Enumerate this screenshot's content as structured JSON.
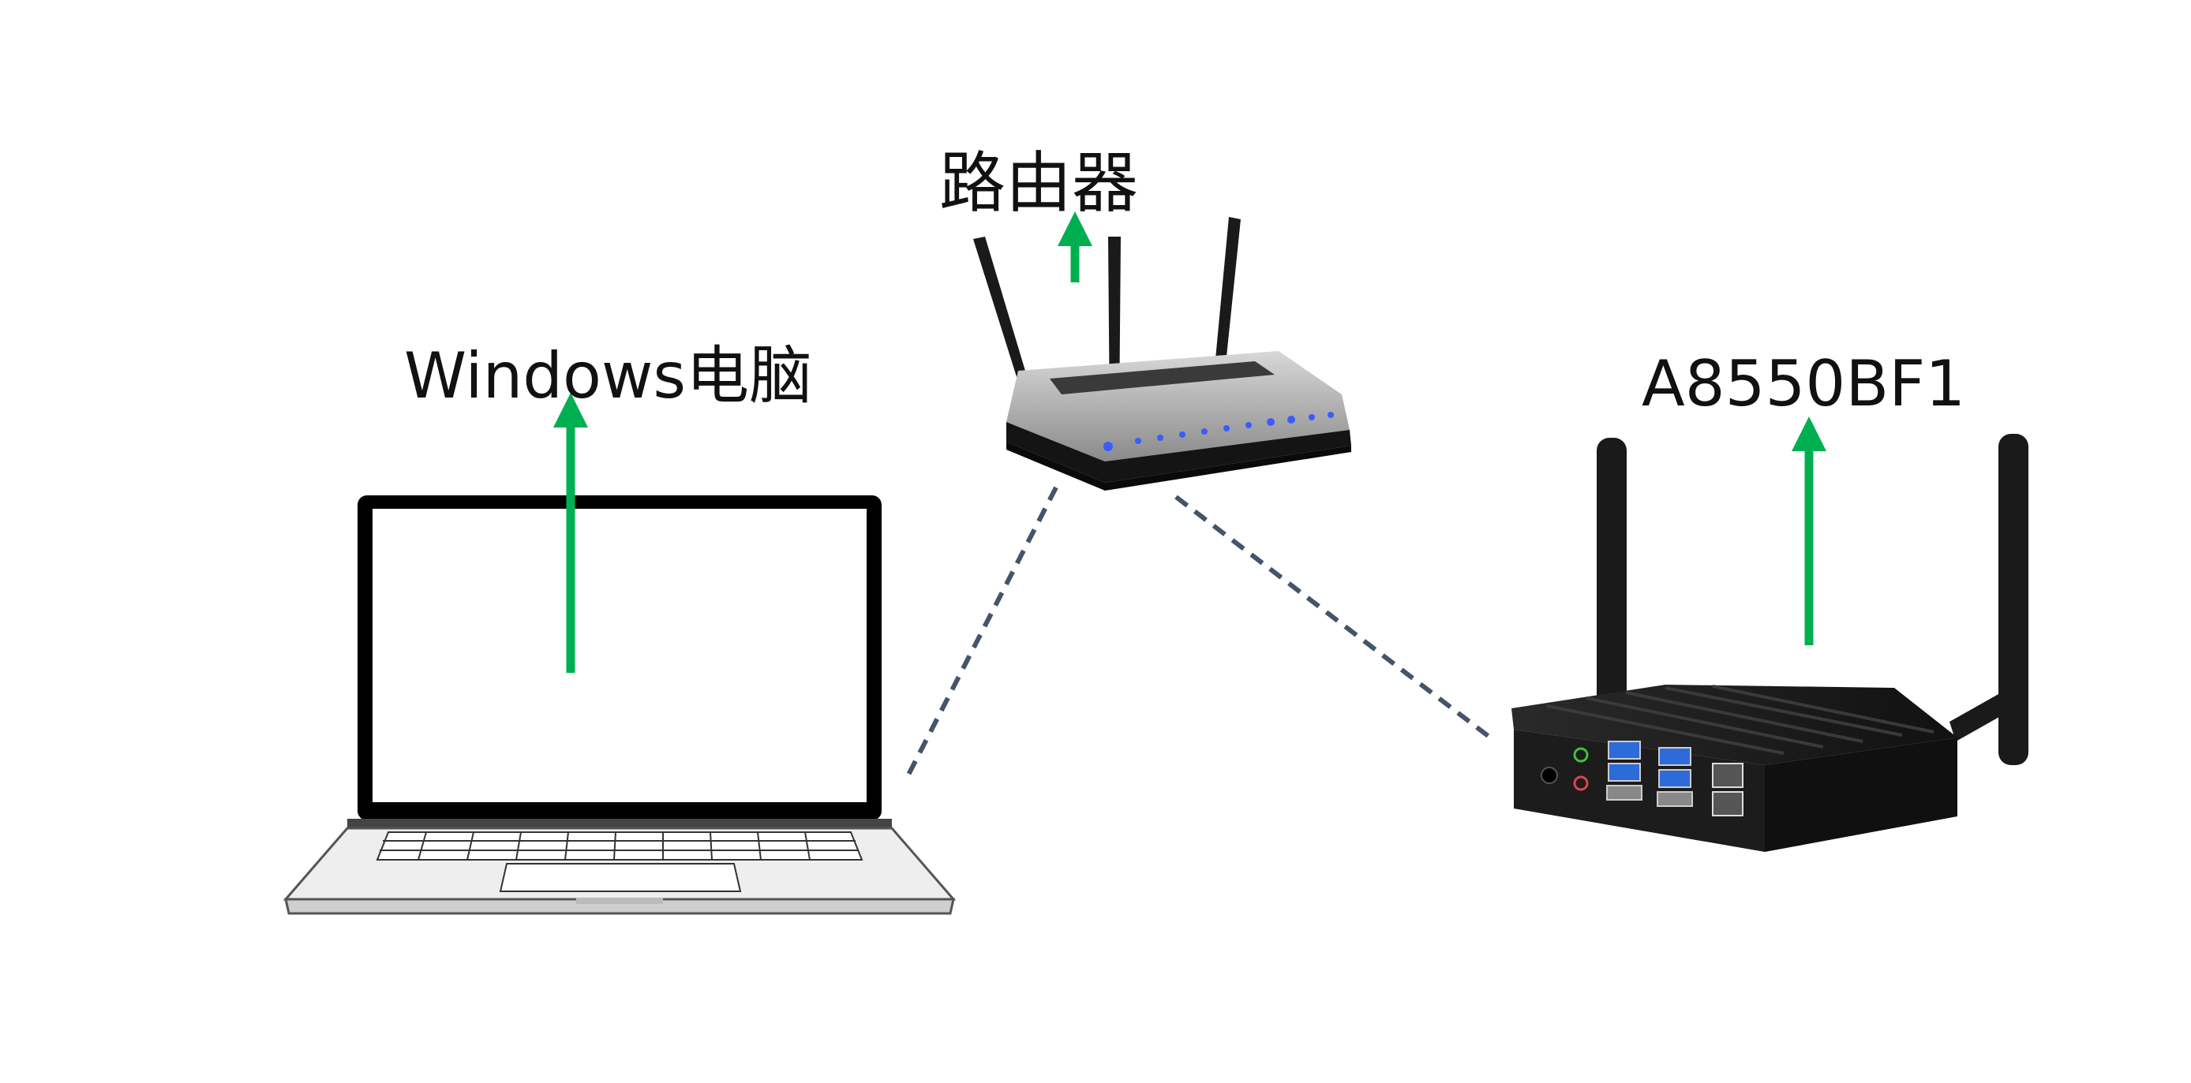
{
  "labels": {
    "router": "路由器",
    "pc": "Windows电脑",
    "device": "A8550BF1"
  },
  "colors": {
    "arrow": "#00b050",
    "link": "#44546a",
    "device_body": "#1c1c1c",
    "led": "#3a5bff"
  },
  "icons": [
    "router-icon",
    "laptop-icon",
    "mini-pc-icon"
  ]
}
